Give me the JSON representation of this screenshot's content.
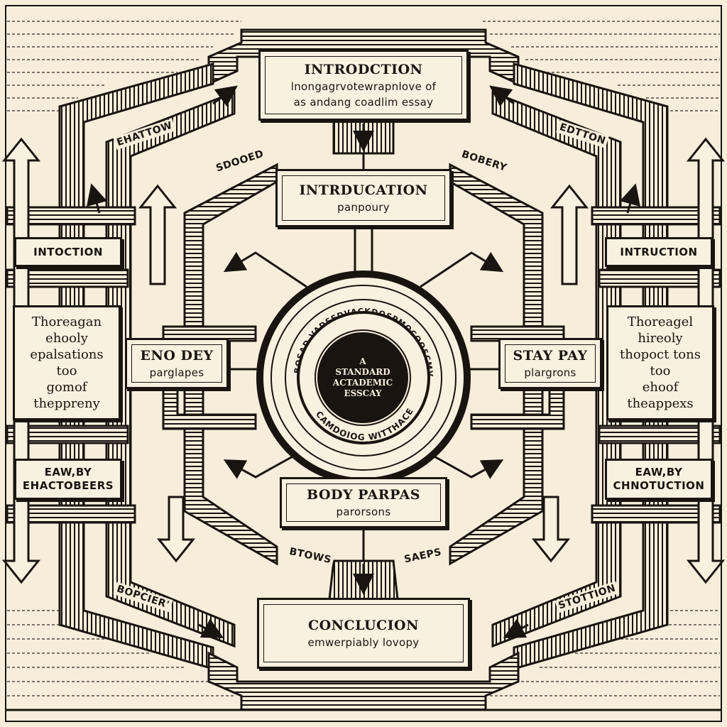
{
  "intro_top": {
    "title": "INTRODCTION",
    "subtitle_1": "lnongagrvotewrapnlove of",
    "subtitle_2": "as andang coadlim essay"
  },
  "intro_mid": {
    "title": "INTRDUCATION",
    "subtitle": "panpoury"
  },
  "body_left": {
    "title": "ENO DEY",
    "subtitle": "parglapes"
  },
  "body_right": {
    "title": "STAY PAY",
    "subtitle": "plargrons"
  },
  "body_bottom": {
    "title": "BODY PARPAS",
    "subtitle": "parorsons"
  },
  "conclusion": {
    "title": "CONCLUCION",
    "subtitle": "emwerpiably lovopy"
  },
  "center": {
    "line1": "A",
    "line2": "STANDARD",
    "line3": "ACTADEMIC",
    "line4": "ESSCAY",
    "ring_top": "BOSAD VADSSDVACKDOSPMOCOOSCMVOCG",
    "ring_bottom": "CAMDOIOG WITTHACE"
  },
  "left_panel": {
    "tab_top": "INTOCTION",
    "lines": [
      "Thoreagan",
      "ehooly",
      "epalsations",
      "too",
      "gomof",
      "theppreny"
    ],
    "tab_bottom_1": "EAW,BY",
    "tab_bottom_2": "EHACTOBEERS"
  },
  "right_panel": {
    "tab_top": "INTRUCTION",
    "lines": [
      "Thoreagel",
      "hireoly",
      "thopoct tons",
      "too",
      "ehoof",
      "theappexs"
    ],
    "tab_bottom_1": "EAW,BY",
    "tab_bottom_2": "CHNOTUCTION"
  },
  "labels": {
    "top_left": "EHATTOW",
    "top_right": "EDTTON",
    "mid_left": "SDOOED",
    "mid_right": "BOBERY",
    "bottom_left": "BOPCIER'",
    "bottom_right": "STOTTION",
    "bottom_center_left": "BTOWS",
    "bottom_center_right": "SAEPS"
  },
  "colors": {
    "ink": "#1a1410",
    "paper": "#f6eedb"
  }
}
